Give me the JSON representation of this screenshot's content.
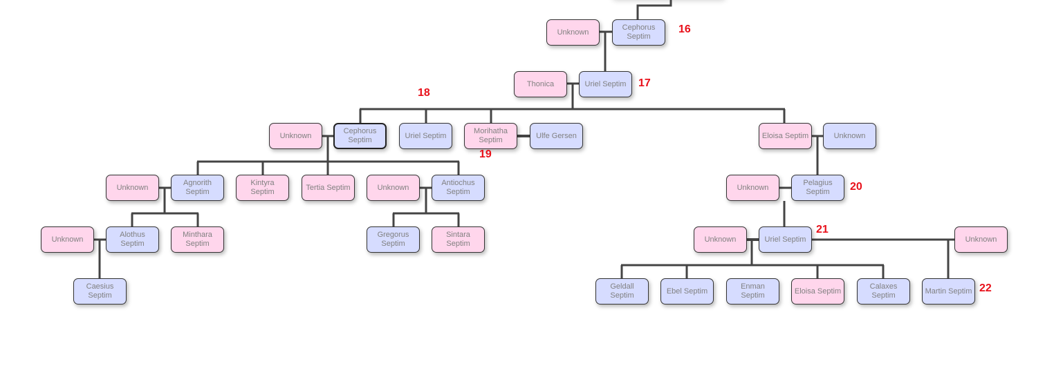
{
  "colors": {
    "female": "#ffd6ec",
    "male": "#d6dcff",
    "line": "#444444",
    "generation_label": "#e8101a"
  },
  "nodes": [
    {
      "name": "Unknown",
      "sex": "f"
    },
    {
      "name": "Cephorus Septim",
      "sex": "m"
    },
    {
      "name": "Thonica",
      "sex": "f"
    },
    {
      "name": "Uriel Septim",
      "sex": "m"
    },
    {
      "name": "Unknown",
      "sex": "f"
    },
    {
      "name": "Cephorus Septim",
      "sex": "m",
      "selected": true
    },
    {
      "name": "Uriel Septim",
      "sex": "m"
    },
    {
      "name": "Morihatha Septim",
      "sex": "f"
    },
    {
      "name": "Ulfe Gersen",
      "sex": "m"
    },
    {
      "name": "Eloisa Septim",
      "sex": "f"
    },
    {
      "name": "Unknown",
      "sex": "m"
    },
    {
      "name": "Unknown",
      "sex": "f"
    },
    {
      "name": "Agnorith Septim",
      "sex": "m"
    },
    {
      "name": "Kintyra Septim",
      "sex": "f"
    },
    {
      "name": "Tertia Septim",
      "sex": "f"
    },
    {
      "name": "Unknown",
      "sex": "f"
    },
    {
      "name": "Antiochus Septim",
      "sex": "m"
    },
    {
      "name": "Unknown",
      "sex": "f"
    },
    {
      "name": "Pelagius Septim",
      "sex": "m"
    },
    {
      "name": "Unknown",
      "sex": "f"
    },
    {
      "name": "Alothus Septim",
      "sex": "m"
    },
    {
      "name": "Minthara Septim",
      "sex": "f"
    },
    {
      "name": "Gregorus Septim",
      "sex": "m"
    },
    {
      "name": "Sintara Septim",
      "sex": "f"
    },
    {
      "name": "Unknown",
      "sex": "f"
    },
    {
      "name": "Uriel Septim",
      "sex": "m"
    },
    {
      "name": "Unknown",
      "sex": "f"
    },
    {
      "name": "Caesius Septim",
      "sex": "m"
    },
    {
      "name": "Geldall Septim",
      "sex": "m"
    },
    {
      "name": "Ebel Septim",
      "sex": "m"
    },
    {
      "name": "Enman Septim",
      "sex": "m"
    },
    {
      "name": "Eloisa Septim",
      "sex": "f"
    },
    {
      "name": "Calaxes Septim",
      "sex": "m"
    },
    {
      "name": "Martin Septim",
      "sex": "m"
    }
  ],
  "generations": [
    "16",
    "17",
    "18",
    "19",
    "20",
    "21",
    "22"
  ]
}
